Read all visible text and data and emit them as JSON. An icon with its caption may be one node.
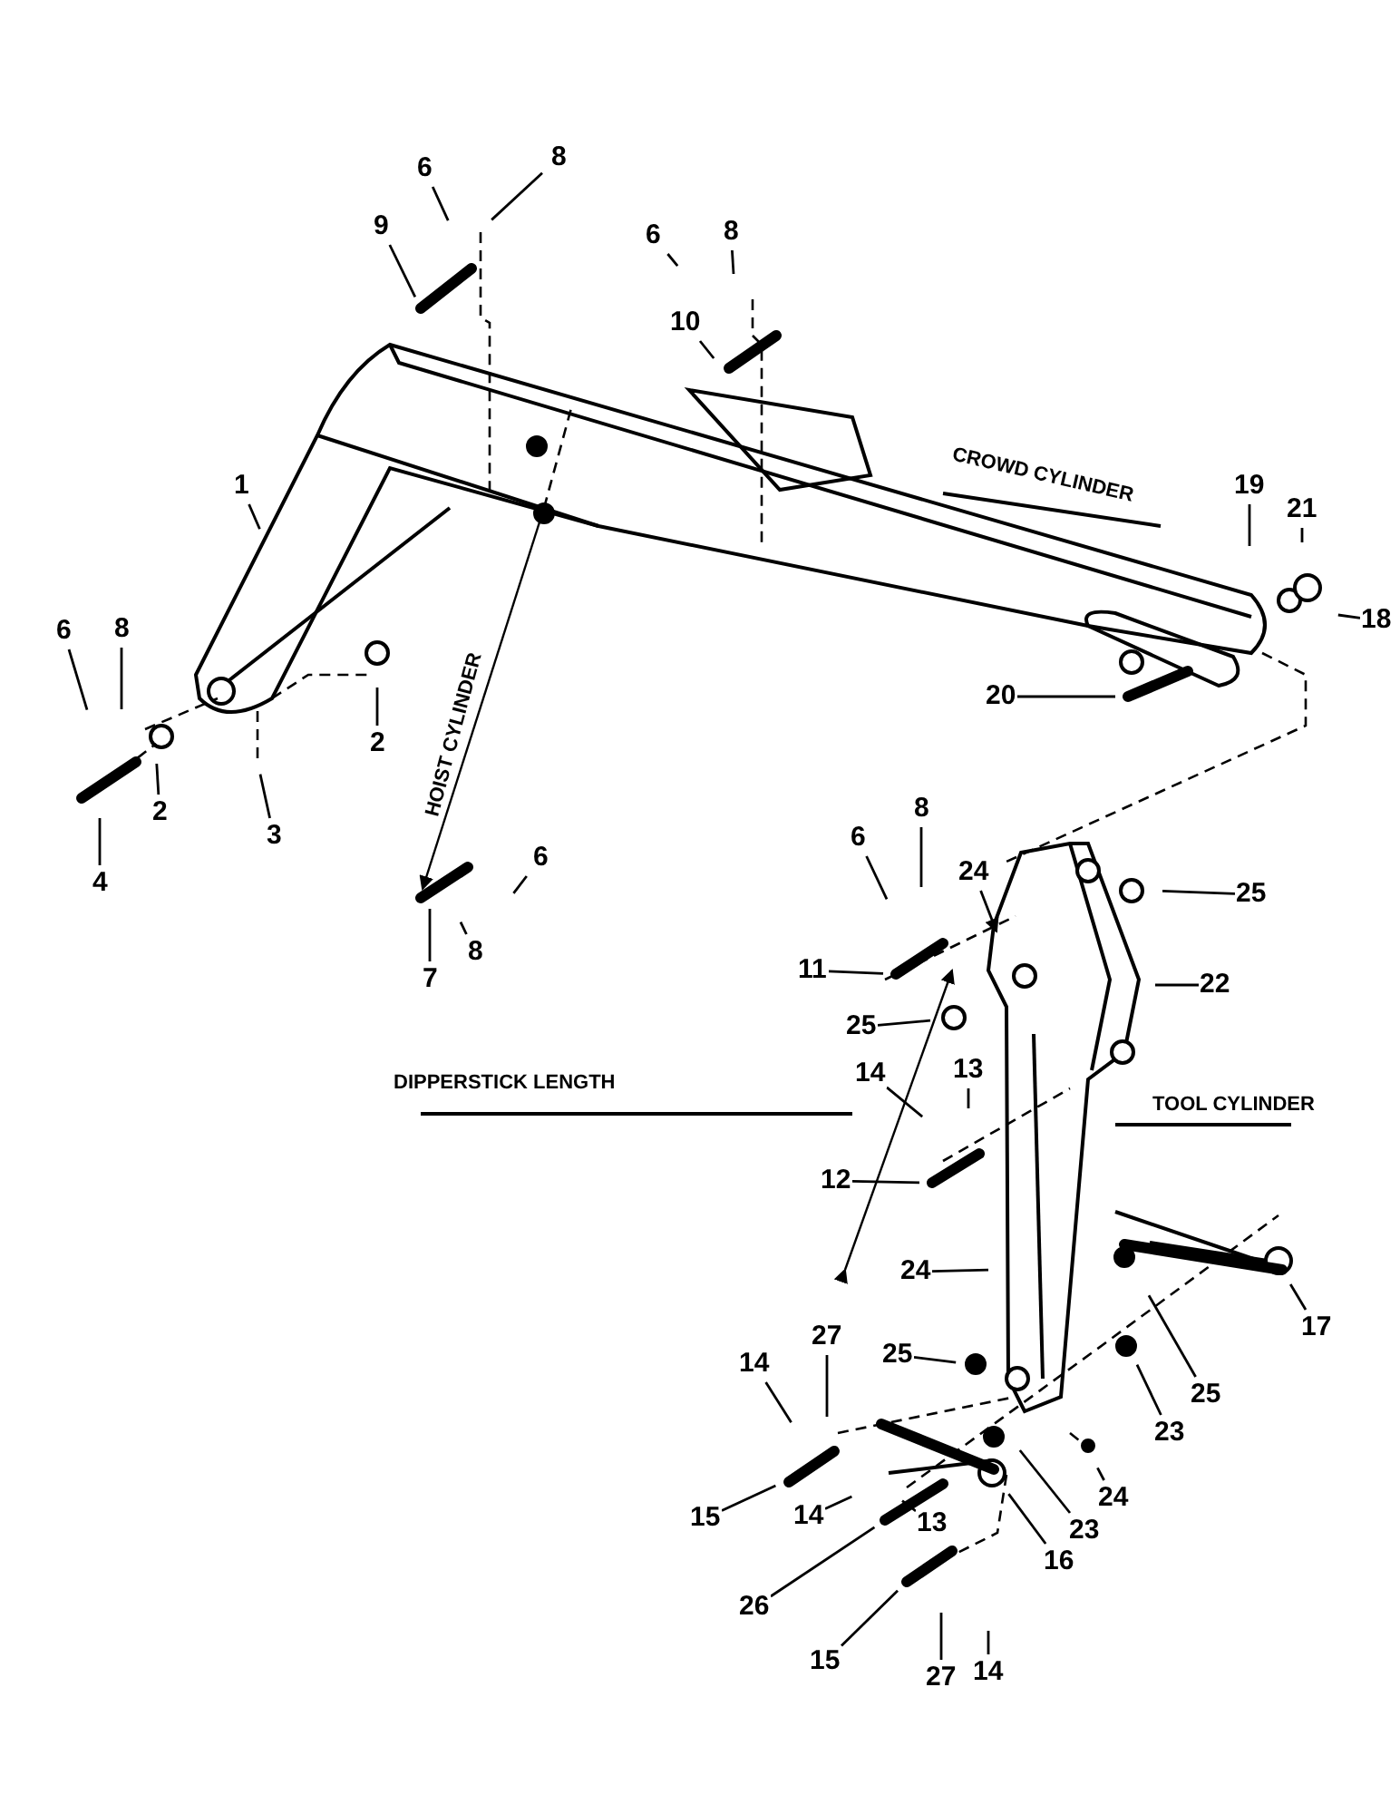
{
  "diagram": {
    "nodes": [
      {
        "text": [
          "6"
        ]
      },
      {
        "text": [
          "8"
        ]
      },
      {
        "text": [
          "9"
        ]
      },
      {
        "text": [
          "6"
        ]
      },
      {
        "text": [
          "8"
        ]
      },
      {
        "text": [
          "10"
        ]
      },
      {
        "text": [
          "1"
        ]
      },
      {
        "text": [
          "19"
        ]
      },
      {
        "text": [
          "21"
        ]
      },
      {
        "text": [
          "18"
        ]
      },
      {
        "text": [
          "20"
        ]
      },
      {
        "text": [
          "6"
        ]
      },
      {
        "text": [
          "8"
        ]
      },
      {
        "text": [
          "2"
        ]
      },
      {
        "text": [
          "2"
        ]
      },
      {
        "text": [
          "3"
        ]
      },
      {
        "text": [
          "4"
        ]
      },
      {
        "text": [
          "7"
        ]
      },
      {
        "text": [
          "8"
        ]
      },
      {
        "text": [
          "6"
        ]
      },
      {
        "text": [
          "6"
        ]
      },
      {
        "text": [
          "8"
        ]
      },
      {
        "text": [
          "24"
        ]
      },
      {
        "text": [
          "25"
        ]
      },
      {
        "text": [
          "11"
        ]
      },
      {
        "text": [
          "22"
        ]
      },
      {
        "text": [
          "25"
        ]
      },
      {
        "text": [
          "13"
        ]
      },
      {
        "text": [
          "14"
        ]
      },
      {
        "text": [
          "12"
        ]
      },
      {
        "text": [
          "24"
        ]
      },
      {
        "text": [
          "25"
        ]
      },
      {
        "text": [
          "27"
        ]
      },
      {
        "text": [
          "14"
        ]
      },
      {
        "text": [
          "17"
        ]
      },
      {
        "text": [
          "25"
        ]
      },
      {
        "text": [
          "23"
        ]
      },
      {
        "text": [
          "24"
        ]
      },
      {
        "text": [
          "15"
        ]
      },
      {
        "text": [
          "14"
        ]
      },
      {
        "text": [
          "13"
        ]
      },
      {
        "text": [
          "23"
        ]
      },
      {
        "text": [
          "16"
        ]
      },
      {
        "text": [
          "26"
        ]
      },
      {
        "text": [
          "15"
        ]
      },
      {
        "text": [
          "27"
        ]
      },
      {
        "text": [
          "14"
        ]
      }
    ],
    "edges": [
      {
        "from": 0,
        "to": null,
        "arrow": "none"
      },
      {
        "from": 1,
        "to": null,
        "arrow": "none"
      },
      {
        "from": 2,
        "to": null,
        "arrow": "none"
      },
      {
        "from": 3,
        "to": null,
        "arrow": "none"
      },
      {
        "from": 4,
        "to": null,
        "arrow": "none"
      },
      {
        "from": 5,
        "to": null,
        "arrow": "none"
      },
      {
        "from": 6,
        "to": null,
        "arrow": "none"
      },
      {
        "from": 7,
        "to": null,
        "arrow": "none"
      },
      {
        "from": 8,
        "to": null,
        "arrow": "none"
      },
      {
        "from": 9,
        "to": null,
        "arrow": "none"
      },
      {
        "from": 10,
        "to": null,
        "arrow": "none"
      },
      {
        "from": 11,
        "to": null,
        "arrow": "none"
      },
      {
        "from": 12,
        "to": null,
        "arrow": "none"
      },
      {
        "from": 13,
        "to": null,
        "arrow": "none"
      },
      {
        "from": 14,
        "to": null,
        "arrow": "none"
      },
      {
        "from": 15,
        "to": null,
        "arrow": "none"
      },
      {
        "from": 16,
        "to": null,
        "arrow": "none"
      },
      {
        "from": 17,
        "to": null,
        "arrow": "none"
      },
      {
        "from": 18,
        "to": null,
        "arrow": "none"
      },
      {
        "from": 19,
        "to": null,
        "arrow": "none"
      },
      {
        "from": 20,
        "to": null,
        "arrow": "none"
      },
      {
        "from": 21,
        "to": null,
        "arrow": "none"
      },
      {
        "from": 22,
        "to": null,
        "arrow": "to"
      },
      {
        "from": 23,
        "to": null,
        "arrow": "none"
      },
      {
        "from": 24,
        "to": null,
        "arrow": "none"
      },
      {
        "from": 25,
        "to": null,
        "arrow": "none"
      },
      {
        "from": 26,
        "to": null,
        "arrow": "none"
      },
      {
        "from": 27,
        "to": null,
        "arrow": "none"
      },
      {
        "from": 28,
        "to": null,
        "arrow": "none"
      },
      {
        "from": 29,
        "to": null,
        "arrow": "none"
      },
      {
        "from": 30,
        "to": null,
        "arrow": "none"
      },
      {
        "from": 31,
        "to": null,
        "arrow": "none"
      },
      {
        "from": 32,
        "to": null,
        "arrow": "none"
      },
      {
        "from": 33,
        "to": null,
        "arrow": "none"
      },
      {
        "from": 34,
        "to": null,
        "arrow": "none"
      },
      {
        "from": 35,
        "to": null,
        "arrow": "none"
      },
      {
        "from": 36,
        "to": null,
        "arrow": "none"
      },
      {
        "from": 37,
        "to": null,
        "arrow": "none"
      },
      {
        "from": 38,
        "to": null,
        "arrow": "none"
      },
      {
        "from": 39,
        "to": null,
        "arrow": "none"
      },
      {
        "from": 40,
        "to": null,
        "arrow": "none"
      },
      {
        "from": 41,
        "to": null,
        "arrow": "none"
      },
      {
        "from": 42,
        "to": null,
        "arrow": "none"
      },
      {
        "from": 43,
        "to": null,
        "arrow": "none"
      },
      {
        "from": 44,
        "to": null,
        "arrow": "none"
      },
      {
        "from": 45,
        "to": null,
        "arrow": "none"
      },
      {
        "from": 46,
        "to": null,
        "arrow": "none"
      }
    ],
    "labels": [
      "CROWD CYLINDER",
      "HOIST CYLINDER",
      "DIPPERSTICK LENGTH",
      "TOOL CYLINDER"
    ]
  }
}
